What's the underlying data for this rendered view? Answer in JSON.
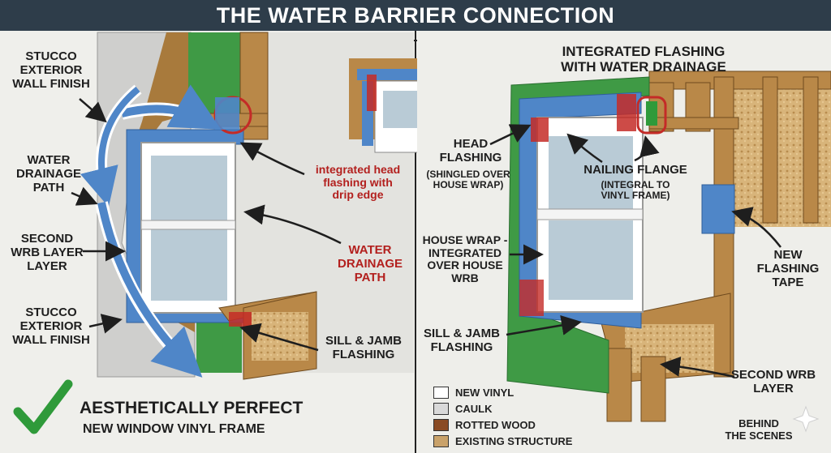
{
  "header": {
    "title": "THE WATER BARRIER CONNECTION"
  },
  "left": {
    "stucco_top": "STUCCO\nEXTERIOR\nWALL FINISH",
    "water_path": "WATER\nDRAINAGE\nPATH",
    "second_wrb": "SECOND\nWRB LAYER\nLAYER",
    "stucco_bottom": "STUCCO\nEXTERIOR\nWALL FINISH",
    "head_flashing_note": "integrated head\nflashing with\ndrip edge",
    "water_path_red": "WATER\nDRAINAGE\nPATH",
    "sill_jamb": "SILL & JAMB\nFLASHING",
    "verdict_line1": "AESTHETICALLY PERFECT",
    "verdict_line2": "NEW WINDOW VINYL FRAME"
  },
  "right": {
    "heading": "INTEGRATED FLASHING\nWITH WATER DRAINAGE",
    "head_flashing": "HEAD\nFLASHING",
    "head_flashing_sub": "(SHINGLED OVER\nHOUSE WRAP)",
    "nailing_flange": "NAILING FLANGE",
    "nailing_flange_sub": "(INTEGRAL TO\nVINYL FRAME)",
    "house_wrap": "HOUSE WRAP -\nINTEGRATED\nOVER HOUSE\nWRB",
    "new_flashing_tape": "NEW\nFLASHING\nTAPE",
    "sill_jamb": "SILL & JAMB\nFLASHING",
    "second_wrb": "SECOND WRB\nLAYER",
    "behind": "BEHIND\nTHE SCENES"
  },
  "legend": [
    {
      "label": "NEW VINYL",
      "color": "#ffffff"
    },
    {
      "label": "CAULK",
      "color": "#d9d9d9"
    },
    {
      "label": "ROTTED WOOD",
      "color": "#8a4b24"
    },
    {
      "label": "EXISTING STRUCTURE",
      "color": "#c9a26a"
    }
  ],
  "colors": {
    "header_bg": "#2e3d4a",
    "wrb_green": "#3f9a45",
    "flashing_blue": "#4f86c8",
    "wood": "#b98848",
    "stucco": "#cfcfcd",
    "red_accent": "#c42b27",
    "check_green": "#2f9a3a"
  },
  "icons": [
    "checkmark-icon",
    "sparkle-icon"
  ]
}
